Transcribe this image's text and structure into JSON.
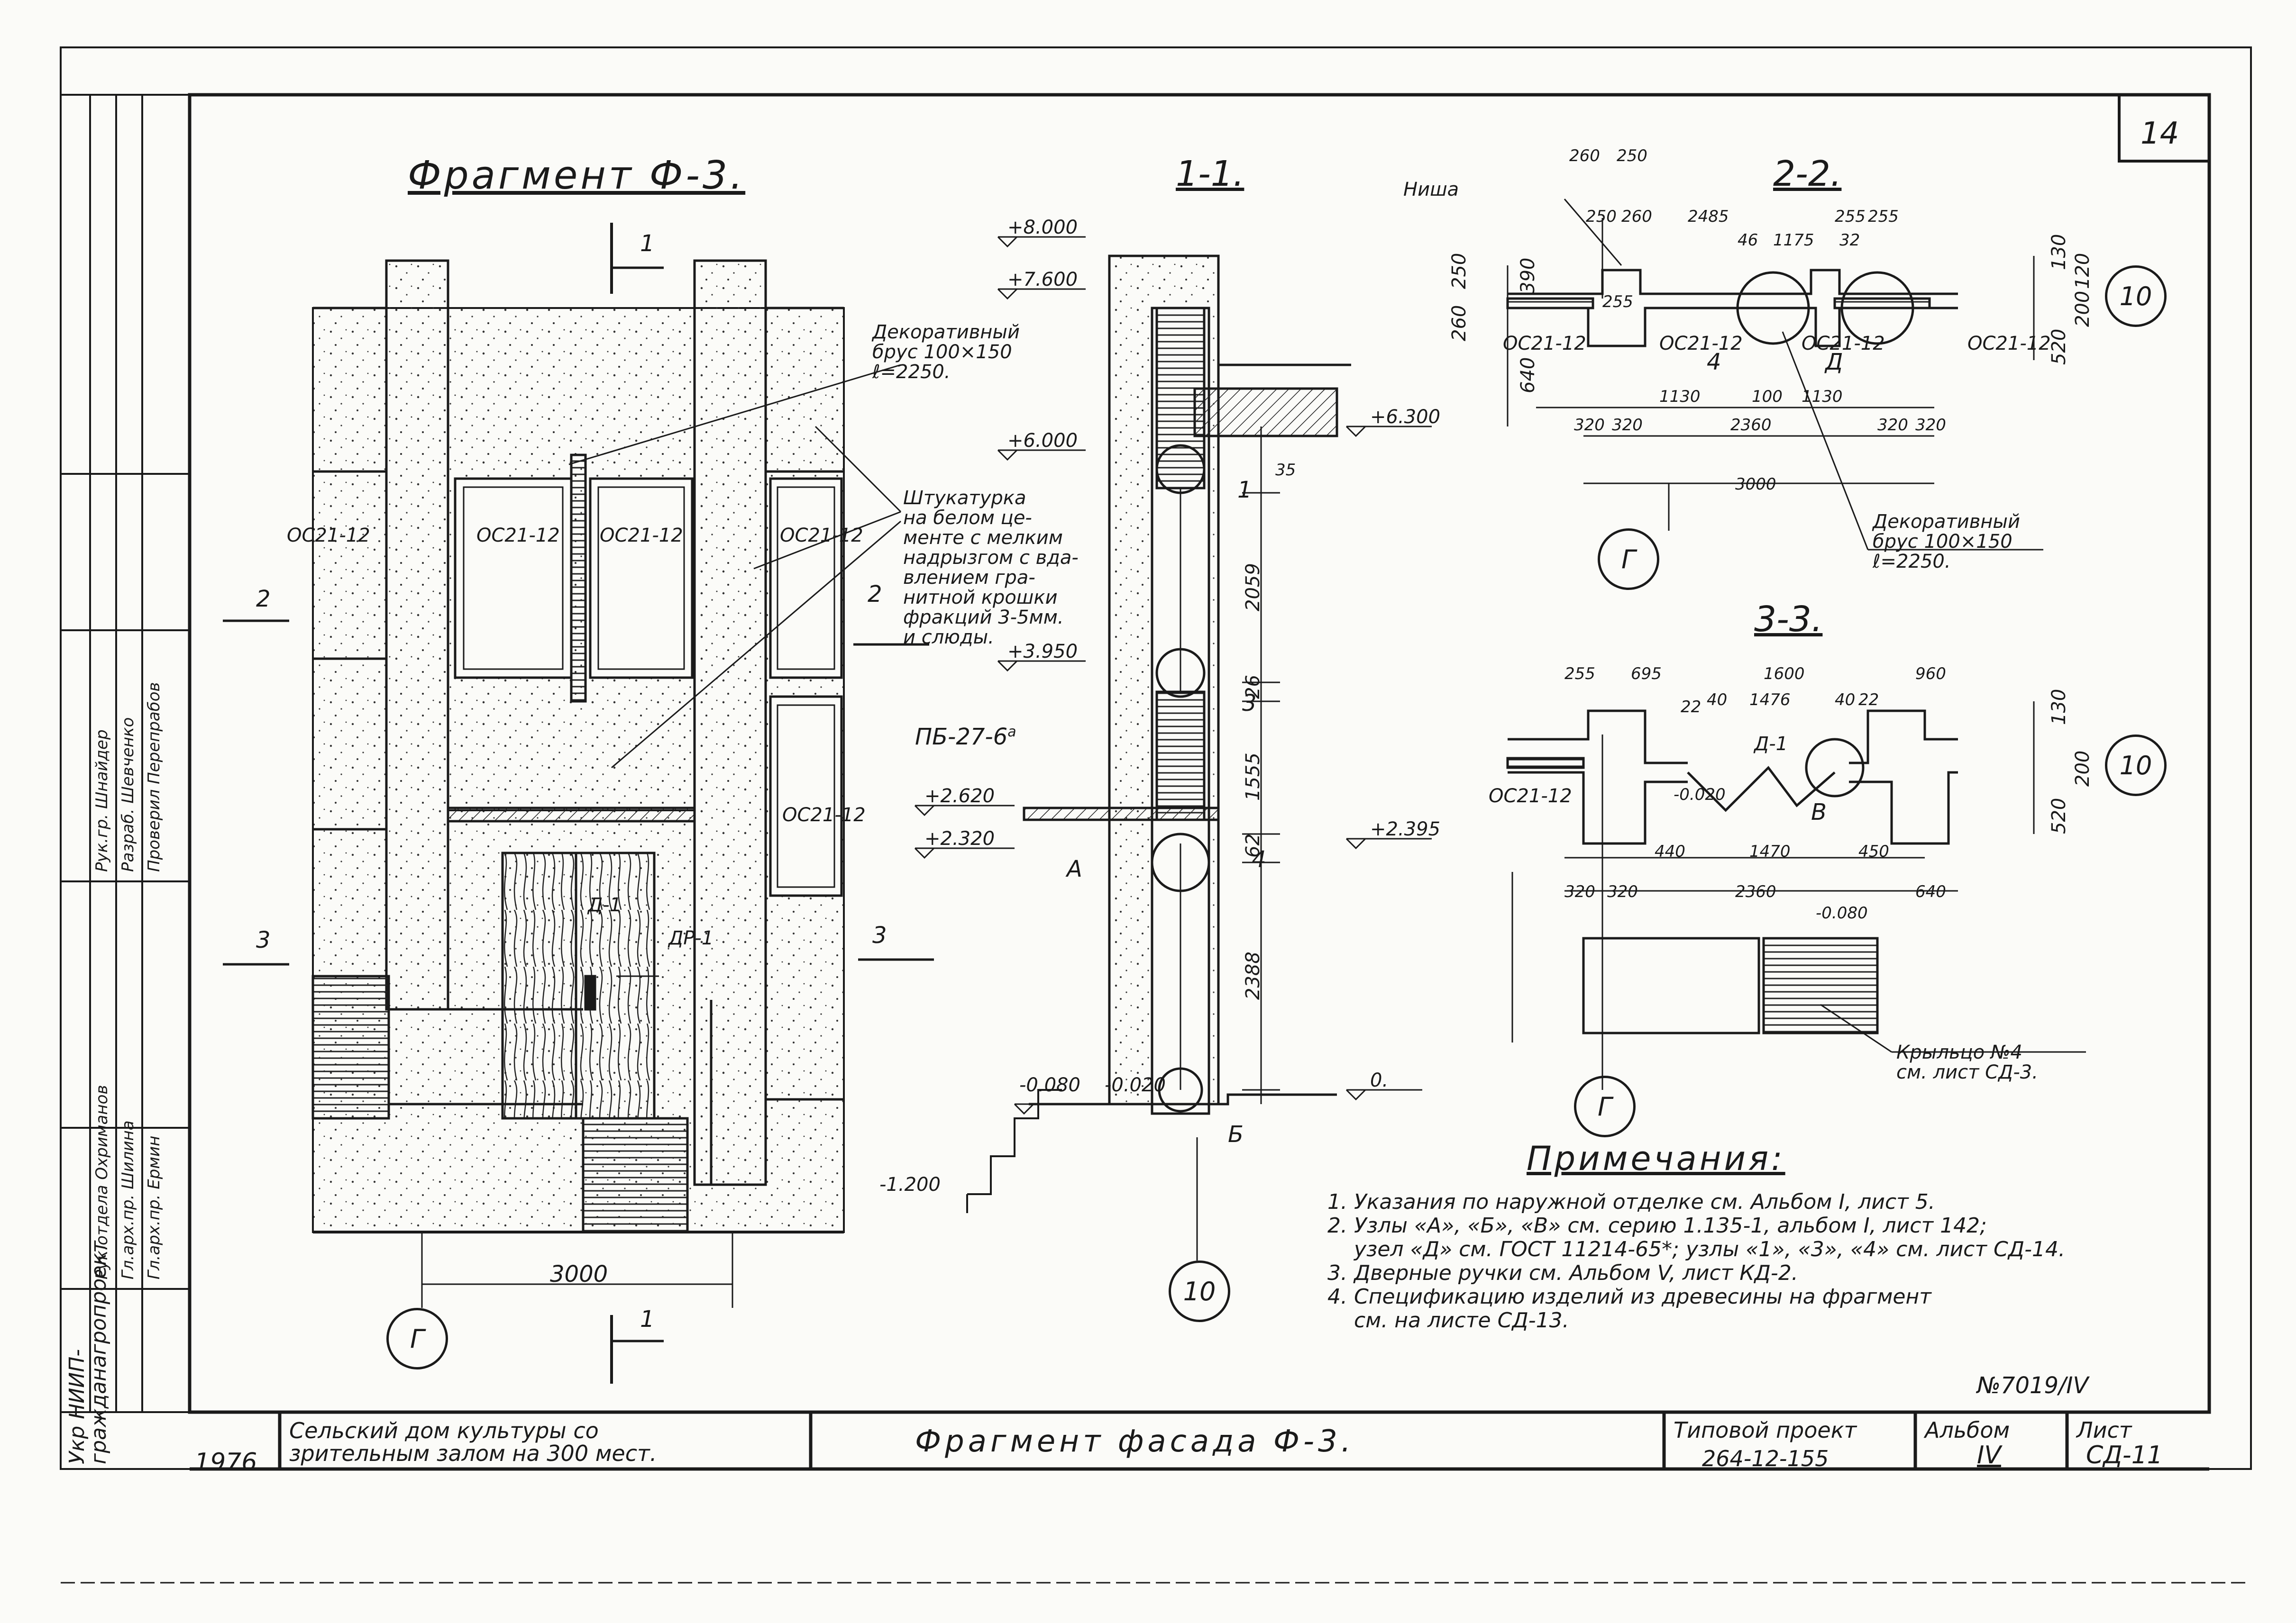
{
  "sheet_number": "14",
  "fragment": {
    "title": "Фрагмент Ф-3.",
    "window_label": "ОС21-12",
    "door_label": "Д-1",
    "door_handle_label": "ДР-1",
    "dimension_width": "3000",
    "section_mark_1": "1",
    "section_mark_2": "2",
    "section_mark_3": "3",
    "axis_g": "Г",
    "plaster_note": "Штукатурка\nна белом це-\nменте с мелким\nнадрызгом с вда-\nвлением гра-\nнитной крошки\nфракций 3-5мм.\nи слюды.",
    "beam_note": "Декоративный\nбрус 100×150\nℓ=2250."
  },
  "section_1_1": {
    "title": "1-1.",
    "levels": [
      "+8.000",
      "+7.600",
      "+6.000",
      "+3.950",
      "+2.620",
      "+2.320",
      "-0.080",
      "-0.020",
      "-1.200",
      "+6.300",
      "+2.395",
      "0."
    ],
    "dims": [
      "35",
      "2059",
      "26",
      "1555",
      "62",
      "2388"
    ],
    "lintel": "ПБ-27-6",
    "lintel_sup": "а",
    "nodes": [
      "1",
      "3",
      "4",
      "А",
      "Б"
    ],
    "axis": "10"
  },
  "section_2_2": {
    "title": "2-2.",
    "niche_label": "Ниша",
    "dims_top": [
      "260",
      "250",
      "2485",
      "255",
      "255",
      "250",
      "260",
      "1175",
      "46",
      "32"
    ],
    "dims_bottom": [
      "1130",
      "100",
      "1130",
      "320",
      "320",
      "2360",
      "320",
      "320",
      "3000"
    ],
    "dims_left": [
      "260",
      "250",
      "390",
      "640",
      "255"
    ],
    "dims_right": [
      "130",
      "120",
      "200",
      "520"
    ],
    "window_label": "ОС21-12",
    "nodes": [
      "4",
      "Д"
    ],
    "axis_g": "Г",
    "axis_10": "10",
    "beam_note": "Декоративный\nбрус 100×150\nℓ=2250."
  },
  "section_3_3": {
    "title": "3-3.",
    "dims_top": [
      "255",
      "695",
      "1600",
      "960",
      "22",
      "40",
      "1476",
      "40",
      "22"
    ],
    "dims_bottom": [
      "440",
      "1470",
      "450",
      "320",
      "320",
      "2360",
      "640"
    ],
    "dims_right": [
      "130",
      "200",
      "520"
    ],
    "door": "Д-1",
    "node": "В",
    "levels": [
      "-0.020",
      "-0.080"
    ],
    "window_label": "ОС21-12",
    "porch_note": "Крыльцо №4\nсм. лист СД-3.",
    "axis_g": "Г",
    "axis_10": "10"
  },
  "notes": {
    "heading": "Примечания:",
    "items": [
      "1. Указания по наружной отделке см. Альбом I, лист 5.",
      "2. Узлы «А», «Б», «В» см. серию 1.135-1, альбом I, лист 142;",
      "    узел «Д» см. ГОСТ 11214-65*; узлы «1», «3», «4» см. лист СД-14.",
      "3. Дверные ручки см. Альбом V, лист КД-2.",
      "4. Спецификацию изделий из древесины на фрагмент",
      "    см. на листе СД-13."
    ]
  },
  "doc_number": "№7019/IV",
  "title_block": {
    "year": "1976",
    "object": "Сельский дом культуры со\nзрительным залом на 300 мест.",
    "drawing": "Фрагмент фасада Ф-3.",
    "project_label": "Типовой проект",
    "project_code": "264-12-155",
    "album_label": "Альбом",
    "album_value": "IV",
    "sheet_label": "Лист",
    "sheet_value": "СД-11"
  },
  "side_stamp": {
    "org": "Укр НИИП-\nгражданагропроект",
    "rows": [
      "Рук.отдела Охриманов",
      "Гл.арх.пр. Шилина",
      "Гл.арх.пр. Ермин",
      "Рук.гр. Шнайдер",
      "Разраб. Шевченко",
      "Проверил Перепрабов"
    ]
  }
}
